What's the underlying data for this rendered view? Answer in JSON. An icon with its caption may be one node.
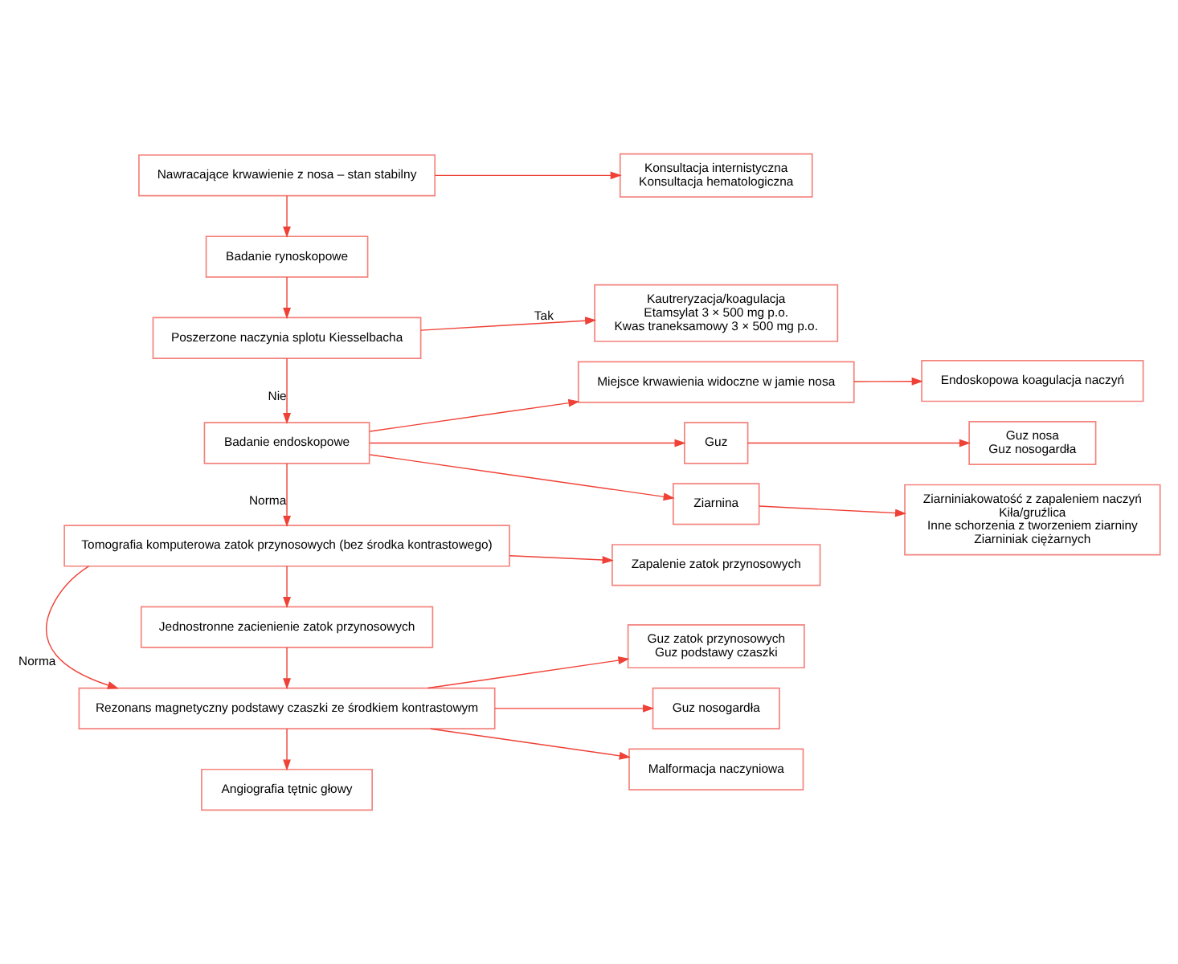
{
  "diagram": {
    "nodes": [
      {
        "text": [
          "Nawracające krwawienie z nosa – stan stabilny"
        ]
      },
      {
        "text": [
          "Konsultacja internistyczna",
          "Konsultacja hematologiczna"
        ]
      },
      {
        "text": [
          "Badanie rynoskopowe"
        ]
      },
      {
        "text": [
          "Poszerzone naczynia splotu Kiesselbacha"
        ]
      },
      {
        "text": [
          "Kautreryzacja/koagulacja",
          "Etamsylat 3 × 500 mg p.o.",
          "Kwas traneksamowy 3 × 500 mg p.o."
        ]
      },
      {
        "text": [
          "Badanie endoskopowe"
        ]
      },
      {
        "text": [
          "Miejsce krwawienia widoczne w jamie nosa"
        ]
      },
      {
        "text": [
          "Endoskopowa koagulacja naczyń"
        ]
      },
      {
        "text": [
          "Guz"
        ]
      },
      {
        "text": [
          "Guz nosa",
          "Guz nosogardła"
        ]
      },
      {
        "text": [
          "Ziarnina"
        ]
      },
      {
        "text": [
          "Ziarniniakowatość z zapaleniem naczyń",
          "Kiła/gruźlica",
          "Inne schorzenia z tworzeniem ziarniny",
          "Ziarniniak ciężarnych"
        ]
      },
      {
        "text": [
          "Tomografia komputerowa zatok przynosowych (bez środka kontrastowego)"
        ]
      },
      {
        "text": [
          "Zapalenie zatok przynosowych"
        ]
      },
      {
        "text": [
          "Jednostronne zacienienie zatok przynosowych"
        ]
      },
      {
        "text": [
          "Rezonans magnetyczny podstawy czaszki ze środkiem kontrastowym"
        ]
      },
      {
        "text": [
          "Guz zatok przynosowych",
          "Guz podstawy czaszki"
        ]
      },
      {
        "text": [
          "Guz nosogardła"
        ]
      },
      {
        "text": [
          "Malformacja naczyniowa"
        ]
      },
      {
        "text": [
          "Angiografia tętnic głowy"
        ]
      }
    ],
    "edges": [
      {
        "from": 0,
        "to": 1,
        "arrow": "to"
      },
      {
        "from": 0,
        "to": 2,
        "arrow": "to"
      },
      {
        "from": 2,
        "to": 3,
        "arrow": "to"
      },
      {
        "from": 3,
        "to": 4,
        "arrow": "to",
        "label": "Tak"
      },
      {
        "from": 3,
        "to": 5,
        "arrow": "to",
        "label": "Nie"
      },
      {
        "from": 5,
        "to": 6,
        "arrow": "to"
      },
      {
        "from": 5,
        "to": 8,
        "arrow": "to"
      },
      {
        "from": 5,
        "to": 10,
        "arrow": "to"
      },
      {
        "from": 6,
        "to": 7,
        "arrow": "to"
      },
      {
        "from": 8,
        "to": 9,
        "arrow": "to"
      },
      {
        "from": 10,
        "to": 11,
        "arrow": "to"
      },
      {
        "from": 5,
        "to": 12,
        "arrow": "to",
        "label": "Norma"
      },
      {
        "from": 12,
        "to": 13,
        "arrow": "to"
      },
      {
        "from": 12,
        "to": 14,
        "arrow": "to"
      },
      {
        "from": 12,
        "to": 15,
        "arrow": "to",
        "label": "Norma"
      },
      {
        "from": 14,
        "to": 15,
        "arrow": "to"
      },
      {
        "from": 15,
        "to": 16,
        "arrow": "to"
      },
      {
        "from": 15,
        "to": 17,
        "arrow": "to"
      },
      {
        "from": 15,
        "to": 18,
        "arrow": "to"
      },
      {
        "from": 15,
        "to": 19,
        "arrow": "to"
      }
    ]
  }
}
